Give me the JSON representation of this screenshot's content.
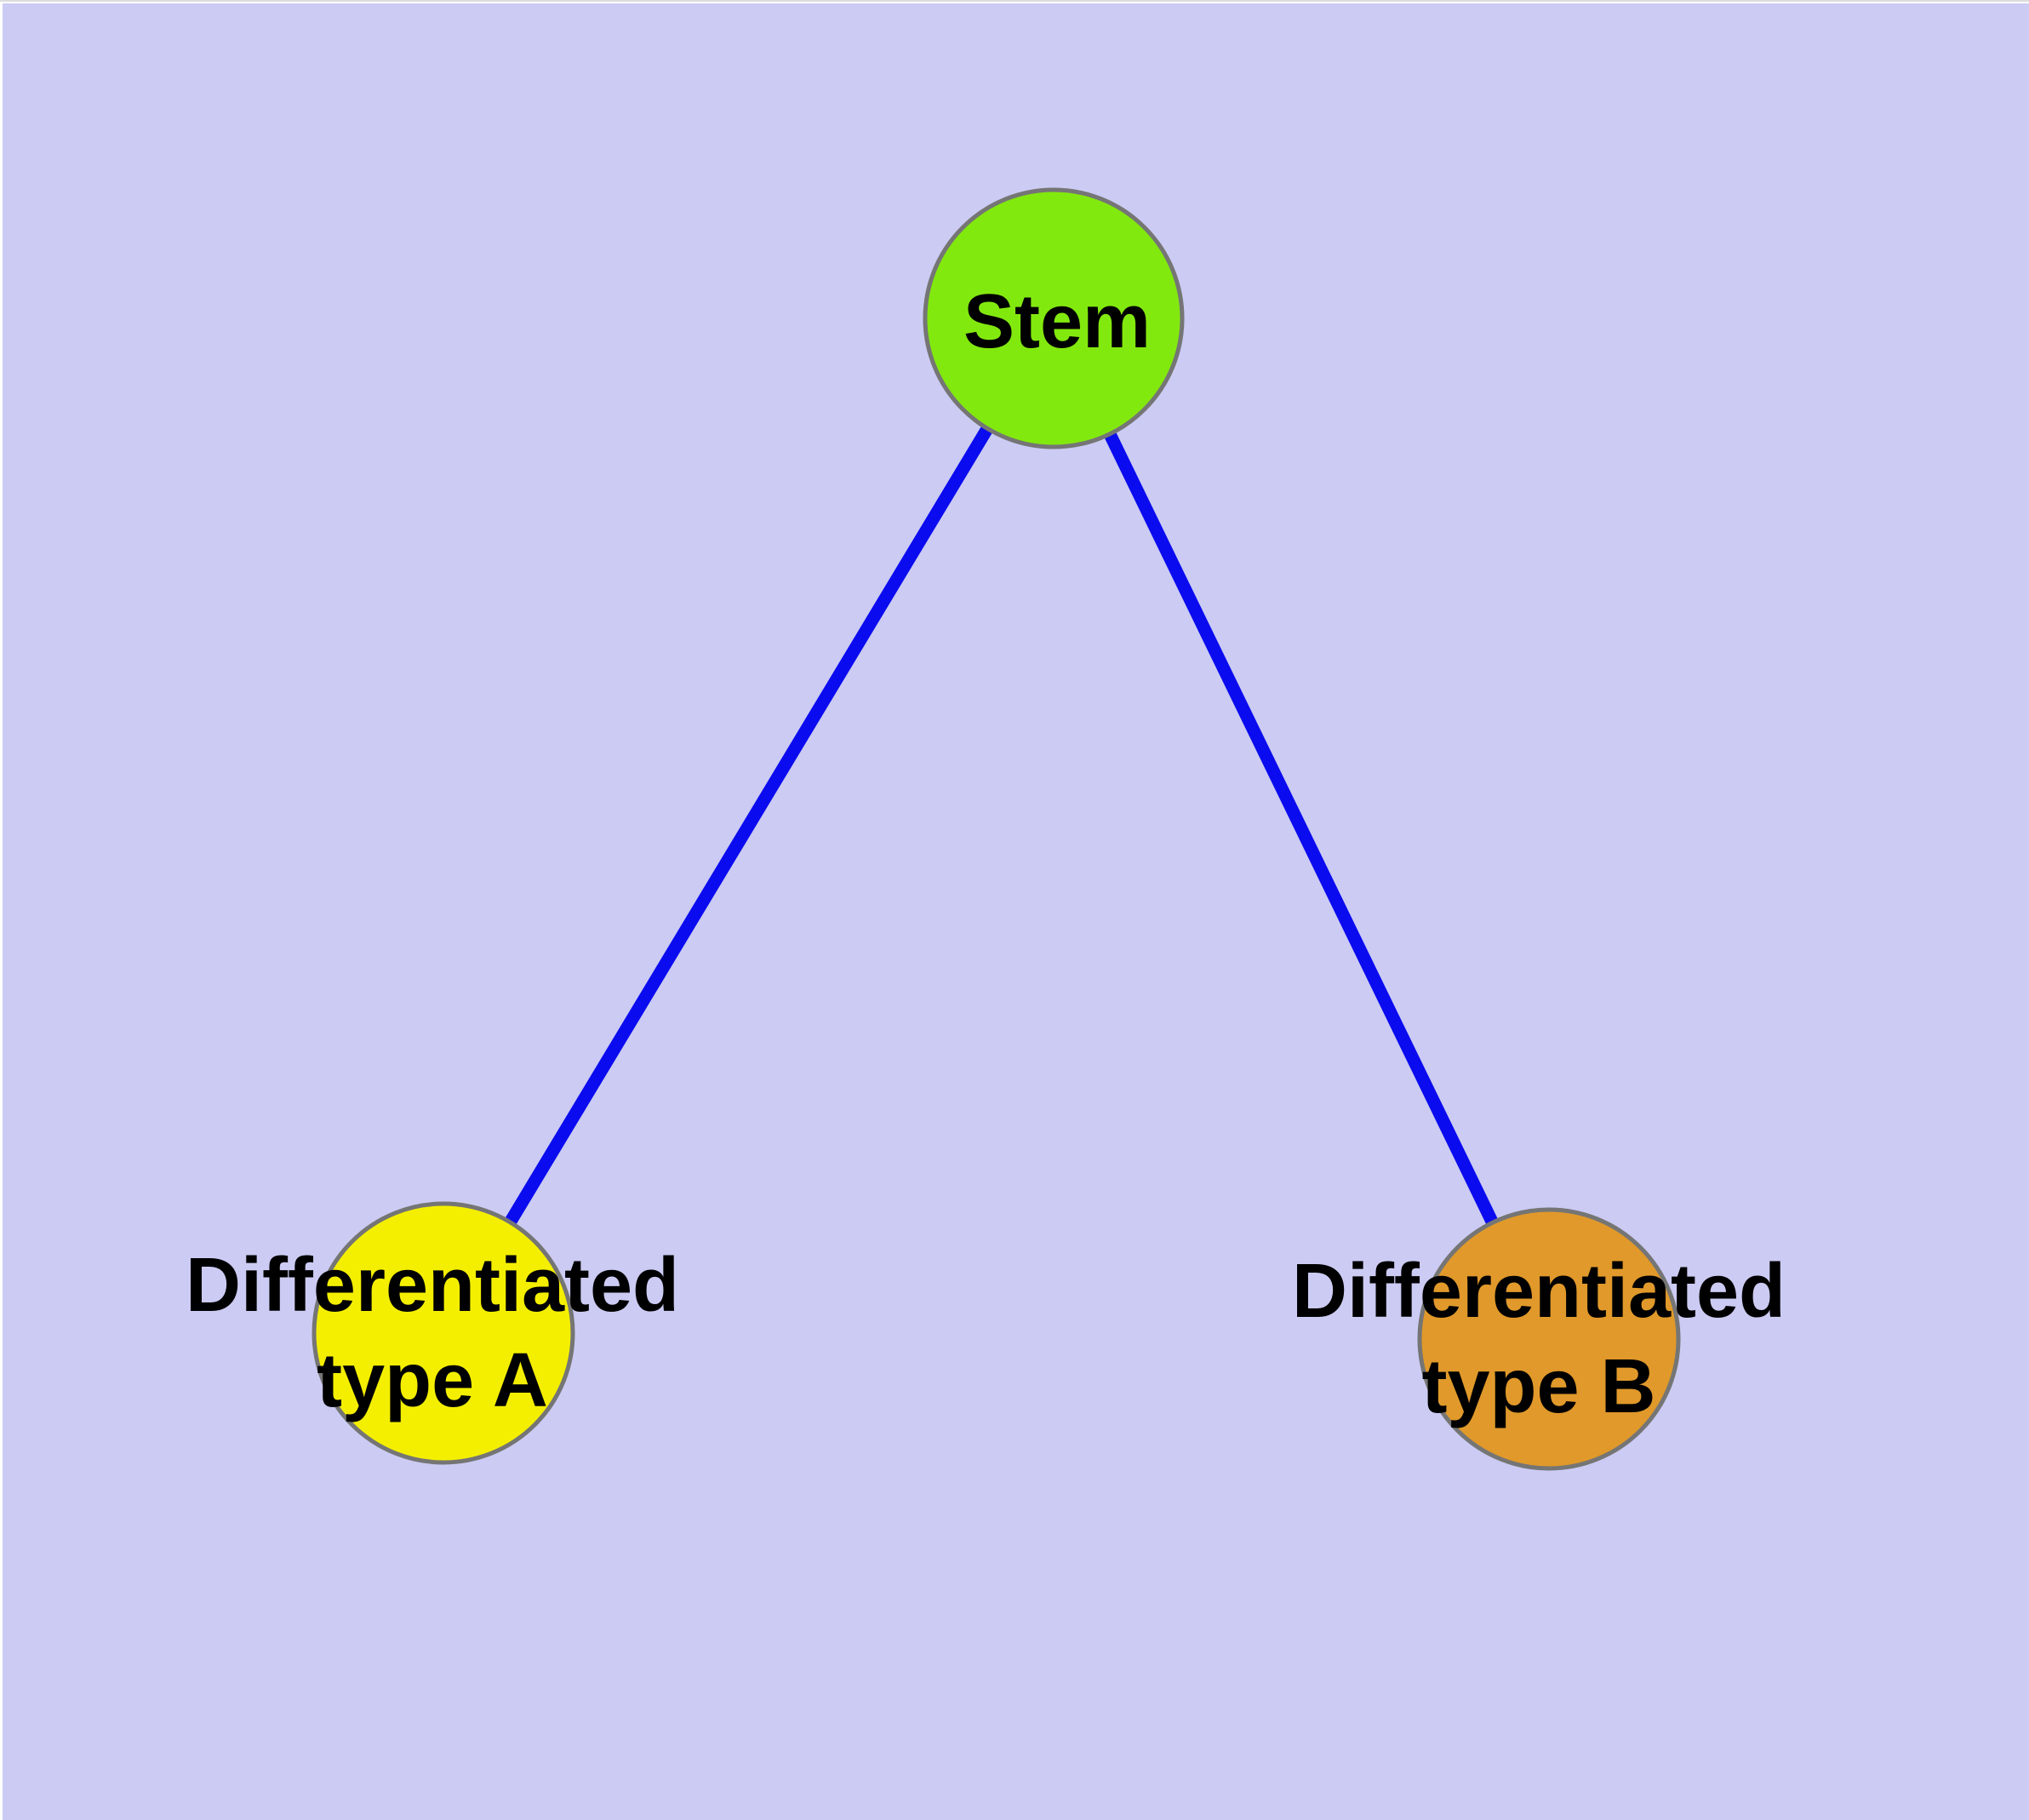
{
  "diagram": {
    "description": "Cell differentiation graph: a Stem node connected to two differentiated cell type nodes",
    "colors": {
      "background": "#cbcbf3",
      "top_margin": "#ffffff",
      "edge": "#0b0bef",
      "node_border": "#757575",
      "label_text": "#000000"
    },
    "nodes": {
      "stem": {
        "label": "Stem",
        "fill": "#82e90e"
      },
      "type_a": {
        "label_line1": "Differentiated",
        "label_line2": "type A",
        "fill": "#f4ef00"
      },
      "type_b": {
        "label_line1": "Differentiated",
        "label_line2": "type B",
        "fill": "#e0992a"
      }
    },
    "edges": [
      {
        "from": "Stem",
        "to": "Differentiated type A"
      },
      {
        "from": "Stem",
        "to": "Differentiated type B"
      }
    ]
  }
}
